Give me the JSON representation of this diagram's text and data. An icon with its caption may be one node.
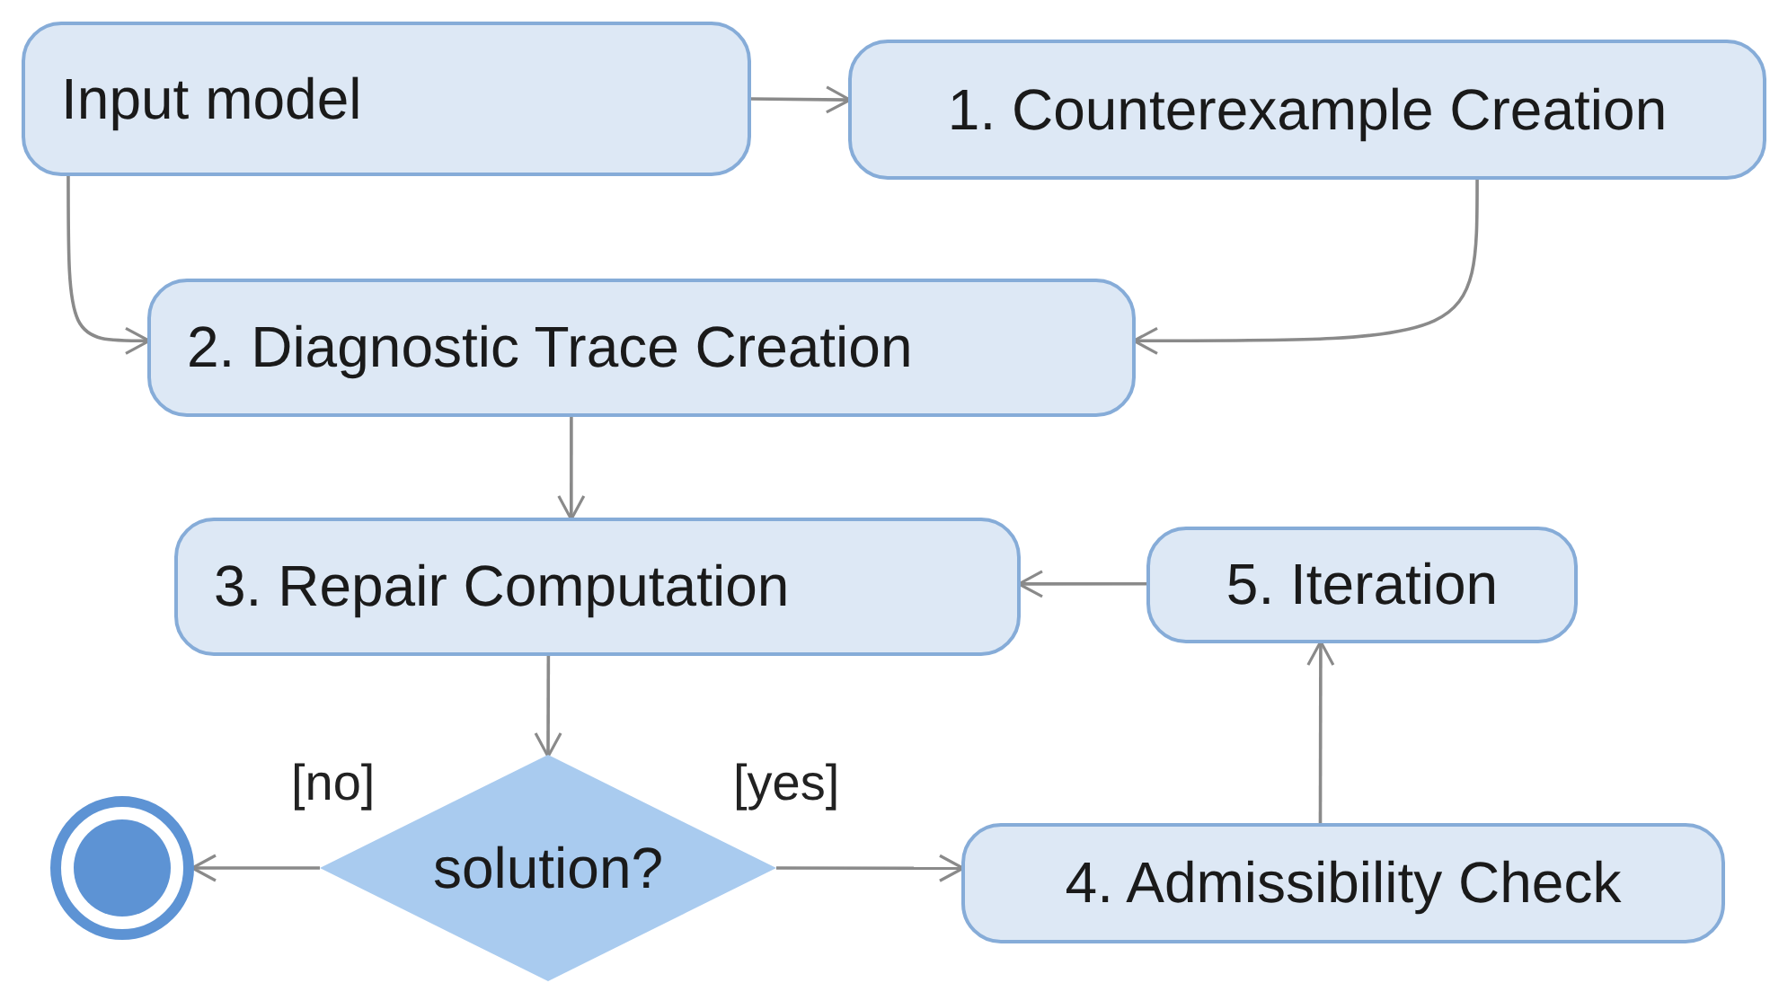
{
  "diagram": {
    "nodes": [
      {
        "text": [
          "Input model"
        ]
      },
      {
        "text": [
          "1. Counterexample Creation"
        ]
      },
      {
        "text": [
          "2. Diagnostic Trace Creation"
        ]
      },
      {
        "text": [
          "3. Repair Computation"
        ]
      },
      {
        "text": [
          "5. Iteration"
        ]
      },
      {
        "text": [
          "solution?"
        ]
      },
      {
        "text": [],
        "shape": "circle"
      },
      {
        "text": [
          "4. Admissibility Check"
        ]
      }
    ],
    "edges": [
      {
        "from": 0,
        "to": 1,
        "arrow": "to"
      },
      {
        "from": 0,
        "to": 2,
        "arrow": "to"
      },
      {
        "from": 1,
        "to": 2,
        "arrow": "to"
      },
      {
        "from": 2,
        "to": 3,
        "arrow": "to"
      },
      {
        "from": 3,
        "to": 5,
        "arrow": "to"
      },
      {
        "from": 5,
        "to": 6,
        "arrow": "to",
        "label": "[no]"
      },
      {
        "from": 5,
        "to": 7,
        "arrow": "to",
        "label": "[yes]"
      },
      {
        "from": 7,
        "to": 4,
        "arrow": "to"
      },
      {
        "from": 4,
        "to": 3,
        "arrow": "to"
      }
    ]
  }
}
